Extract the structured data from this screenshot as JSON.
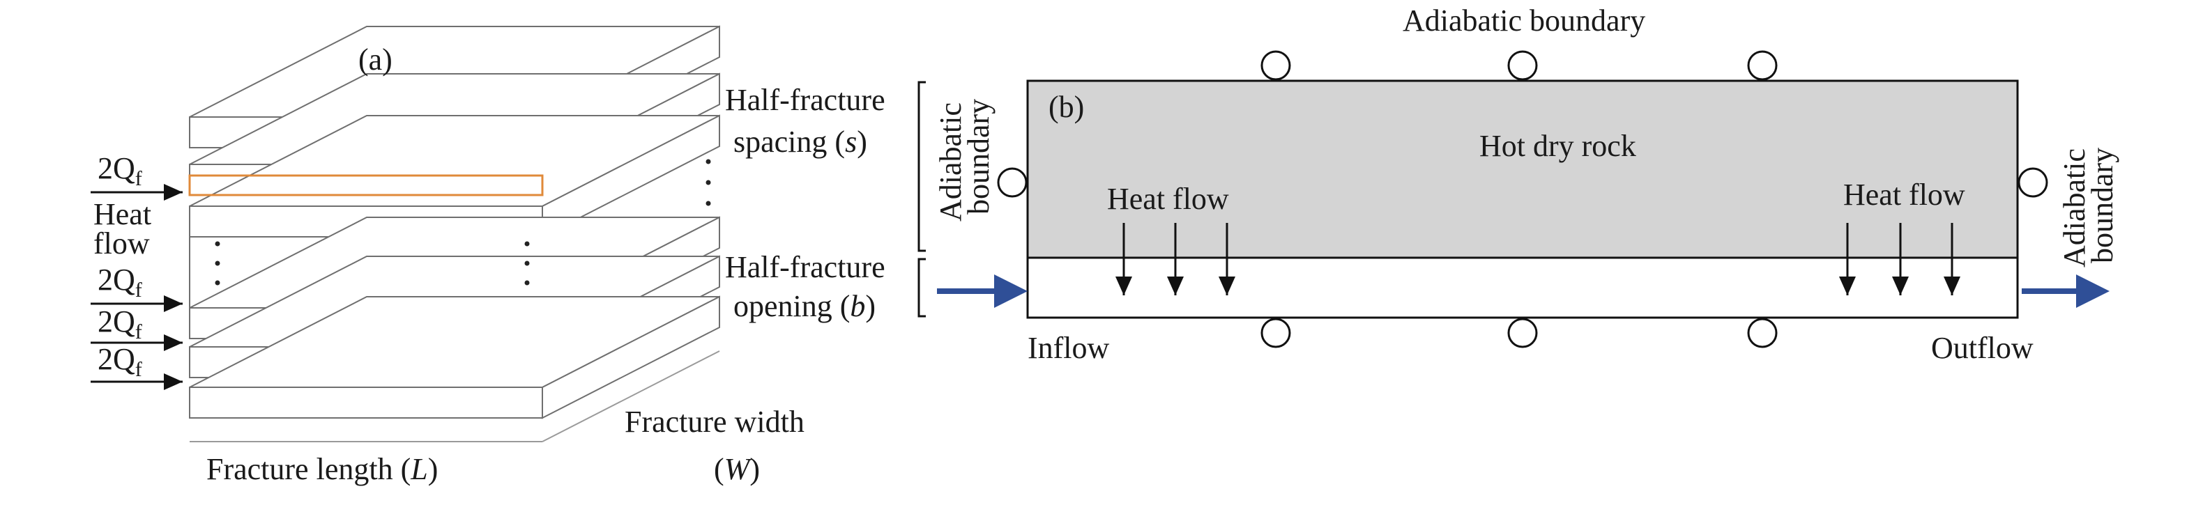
{
  "panel_a": {
    "label": "(a)",
    "inflow_rate": "2Q",
    "inflow_rate_sub": "f",
    "heat_flow_line1": "Heat",
    "heat_flow_line2": "flow",
    "half_fracture_spacing_line1": "Half-fracture",
    "half_fracture_spacing_line2": "spacing (",
    "half_fracture_spacing_var": "s",
    "half_fracture_opening_line1": "Half-fracture",
    "half_fracture_opening_line2": "opening (",
    "half_fracture_opening_var": "b",
    "close_paren": ")",
    "fracture_length": "Fracture length (",
    "fracture_length_var": "L",
    "fracture_width": "Fracture width",
    "fracture_width_var": "W",
    "open_paren": "("
  },
  "panel_b": {
    "label": "(b)",
    "top_boundary": "Adiabatic boundary",
    "left_boundary_line1": "Adiabatic",
    "left_boundary_line2": "boundary",
    "right_boundary_line1": "Adiabatic",
    "right_boundary_line2": "boundary",
    "rock": "Hot dry rock",
    "heat_flow_left": "Heat flow",
    "heat_flow_right": "Heat flow",
    "inflow": "Inflow",
    "outflow": "Outflow"
  },
  "colors": {
    "rock_fill": "#d4d4d4",
    "flow_arrow": "#2f4f97",
    "highlight": "#e08a3a"
  }
}
